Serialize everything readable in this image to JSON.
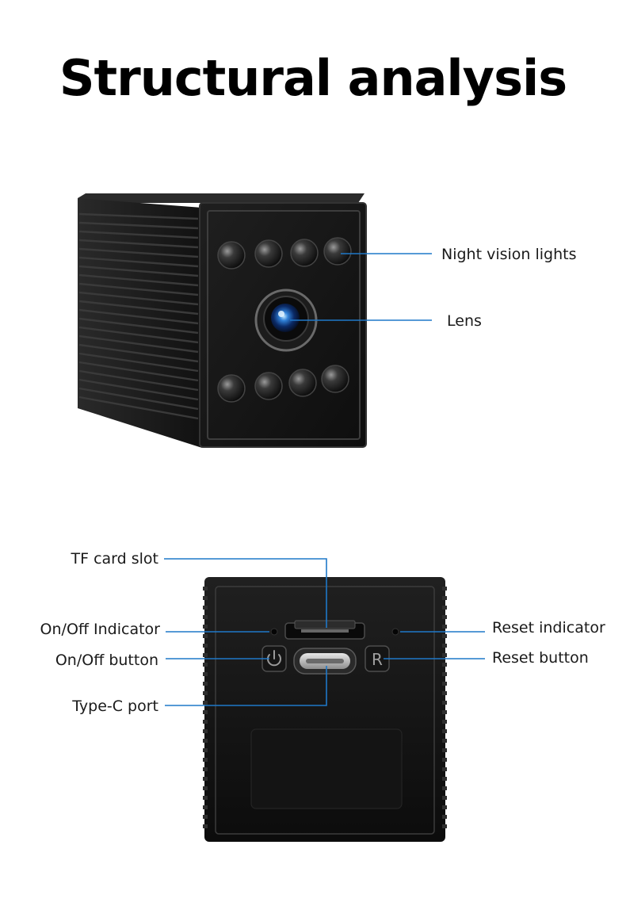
{
  "title": "Structural analysis",
  "colors": {
    "leader_line": "#1f78c8",
    "device_body": "#1b1b1b",
    "background": "#ffffff"
  },
  "front_view": {
    "labels": {
      "night_vision": "Night vision lights",
      "lens": "Lens"
    }
  },
  "back_view": {
    "labels": {
      "tf_card": "TF card slot",
      "onoff_indicator": "On/Off Indicator",
      "onoff_button": "On/Off button",
      "type_c": "Type-C port",
      "reset_indicator": "Reset indicator",
      "reset_button": "Reset button"
    },
    "reset_glyph": "R"
  }
}
